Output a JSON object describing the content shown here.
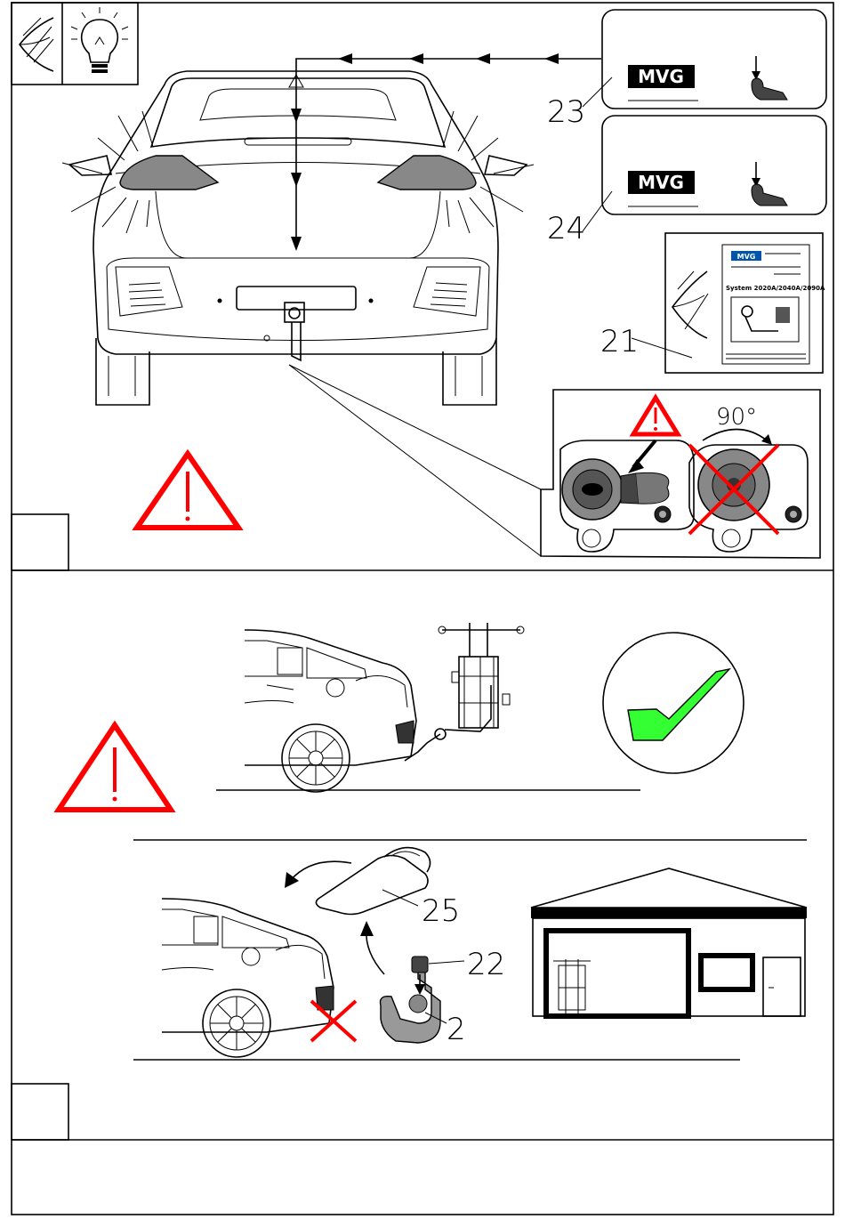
{
  "brand": {
    "logo_text": "MVG"
  },
  "callouts": {
    "n23": "23",
    "n24": "24",
    "n21": "21",
    "n25": "25",
    "n22": "22",
    "n2": "2"
  },
  "manual": {
    "logo_text": "MVG",
    "system_text": "System 2020A/2040A/2090A"
  },
  "rotation": {
    "angle_text": "90°"
  },
  "colors": {
    "warning_red": "#ff0000",
    "check_green": "#33ff33",
    "socket_gray": "#777777"
  },
  "icons": [
    "eye-icon",
    "lightbulb-icon",
    "warning-triangle-icon",
    "checkmark-icon",
    "cross-icon",
    "garage-icon",
    "bike-carrier-icon"
  ]
}
